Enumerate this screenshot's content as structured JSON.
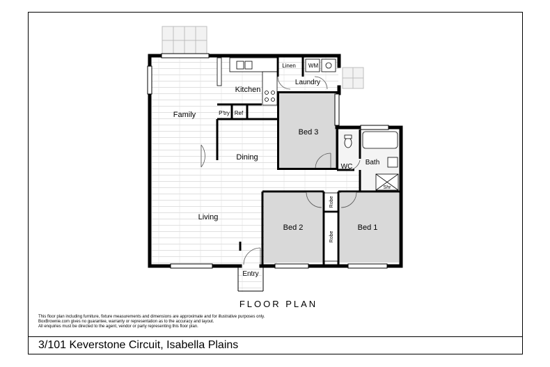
{
  "plan": {
    "heading": "FLOOR PLAN",
    "rooms": {
      "kitchen": "Kitchen",
      "family": "Family",
      "pantry": "P'try",
      "fridge": "Ref",
      "dining": "Dining",
      "living": "Living",
      "entry": "Entry",
      "bed3": "Bed 3",
      "bed2": "Bed 2",
      "bed1": "Bed 1",
      "laundry": "Laundry",
      "linen": "Linen",
      "washing_machine": "WM",
      "wc": "WC",
      "bath": "Bath",
      "shower": "Shr",
      "robe_bed2": "Robe",
      "robe_bed1": "Robe"
    },
    "colors": {
      "wall": "#000000",
      "bedroom_fill": "#d9d9d9",
      "floor_line": "#d6d6d6"
    }
  },
  "disclaimer": {
    "line1": "This floor plan including furniture, fixture measurements and dimensions are approximate and for illustrative purposes only.",
    "line2": "BoxBrownie.com gives no guarantee, warranty or representation as to the accuracy and layout.",
    "line3": "All enquiries must be directed to the agent, vendor or party representing this floor plan."
  },
  "footer": {
    "address": "3/101 Keverstone Circuit, Isabella Plains"
  }
}
